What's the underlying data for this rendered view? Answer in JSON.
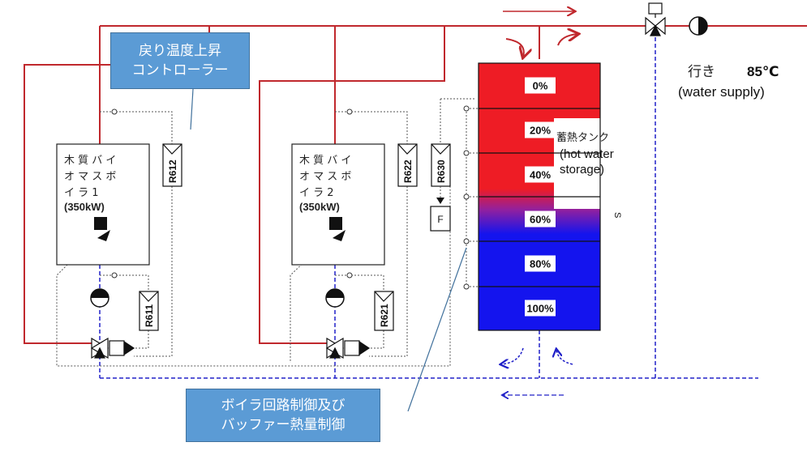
{
  "callouts": {
    "return_temp": {
      "line1": "戻り温度上昇",
      "line2": "コントローラー"
    },
    "boiler_control": {
      "line1": "ボイラ回路制御及び",
      "line2": "バッファー熱量制御"
    }
  },
  "boiler1": {
    "line1": "木 質 バ イ",
    "line2": "オ マ ス ボ",
    "line3": "イ ラ 1",
    "line4": "(350kW)"
  },
  "boiler2": {
    "line1": "木 質 バ イ",
    "line2": "オ マ ス ボ",
    "line3": "イ ラ 2",
    "line4": "(350kW)"
  },
  "sensors": {
    "r611": "R611",
    "r612": "R612",
    "r621": "R621",
    "r622": "R622",
    "r630": "R630",
    "f": "F"
  },
  "tank": {
    "label_jp": "蓄熱タンク",
    "label_en1": "(hot  water",
    "label_en2": "storage)",
    "levels": [
      "0%",
      "20%",
      "40%",
      "60%",
      "80%",
      "100%"
    ],
    "side_mark": "S"
  },
  "supply": {
    "label_jp": "行き",
    "temp": "85℃",
    "label_en": "(water supply)"
  },
  "colors": {
    "hot": "#ee1c25",
    "cold": "#1010ee",
    "pipe_hot": "#c0282d",
    "pipe_cold": "#2020c8",
    "callout": "#5b9bd5"
  }
}
